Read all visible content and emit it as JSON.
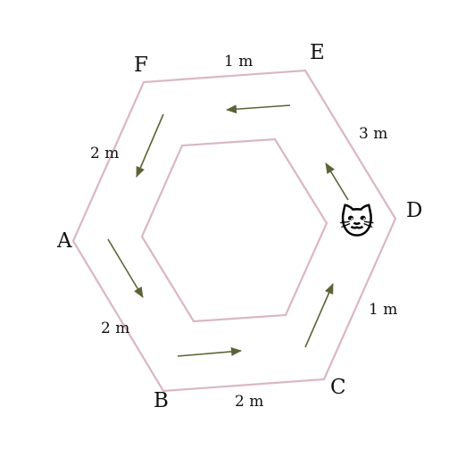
{
  "diagram": {
    "vertices": {
      "a": "A",
      "b": "B",
      "c": "C",
      "d": "D",
      "e": "E",
      "f": "F"
    },
    "side_lengths": {
      "ab": "2 m",
      "bc": "2 m",
      "cd": "1 m",
      "de": "3 m",
      "ef": "1 m",
      "fa": "2 m"
    },
    "cat_icon": "🐱",
    "colors": {
      "track_outline": "#dbb6c6",
      "arrow": "#5f6238",
      "text": "#111111"
    }
  }
}
